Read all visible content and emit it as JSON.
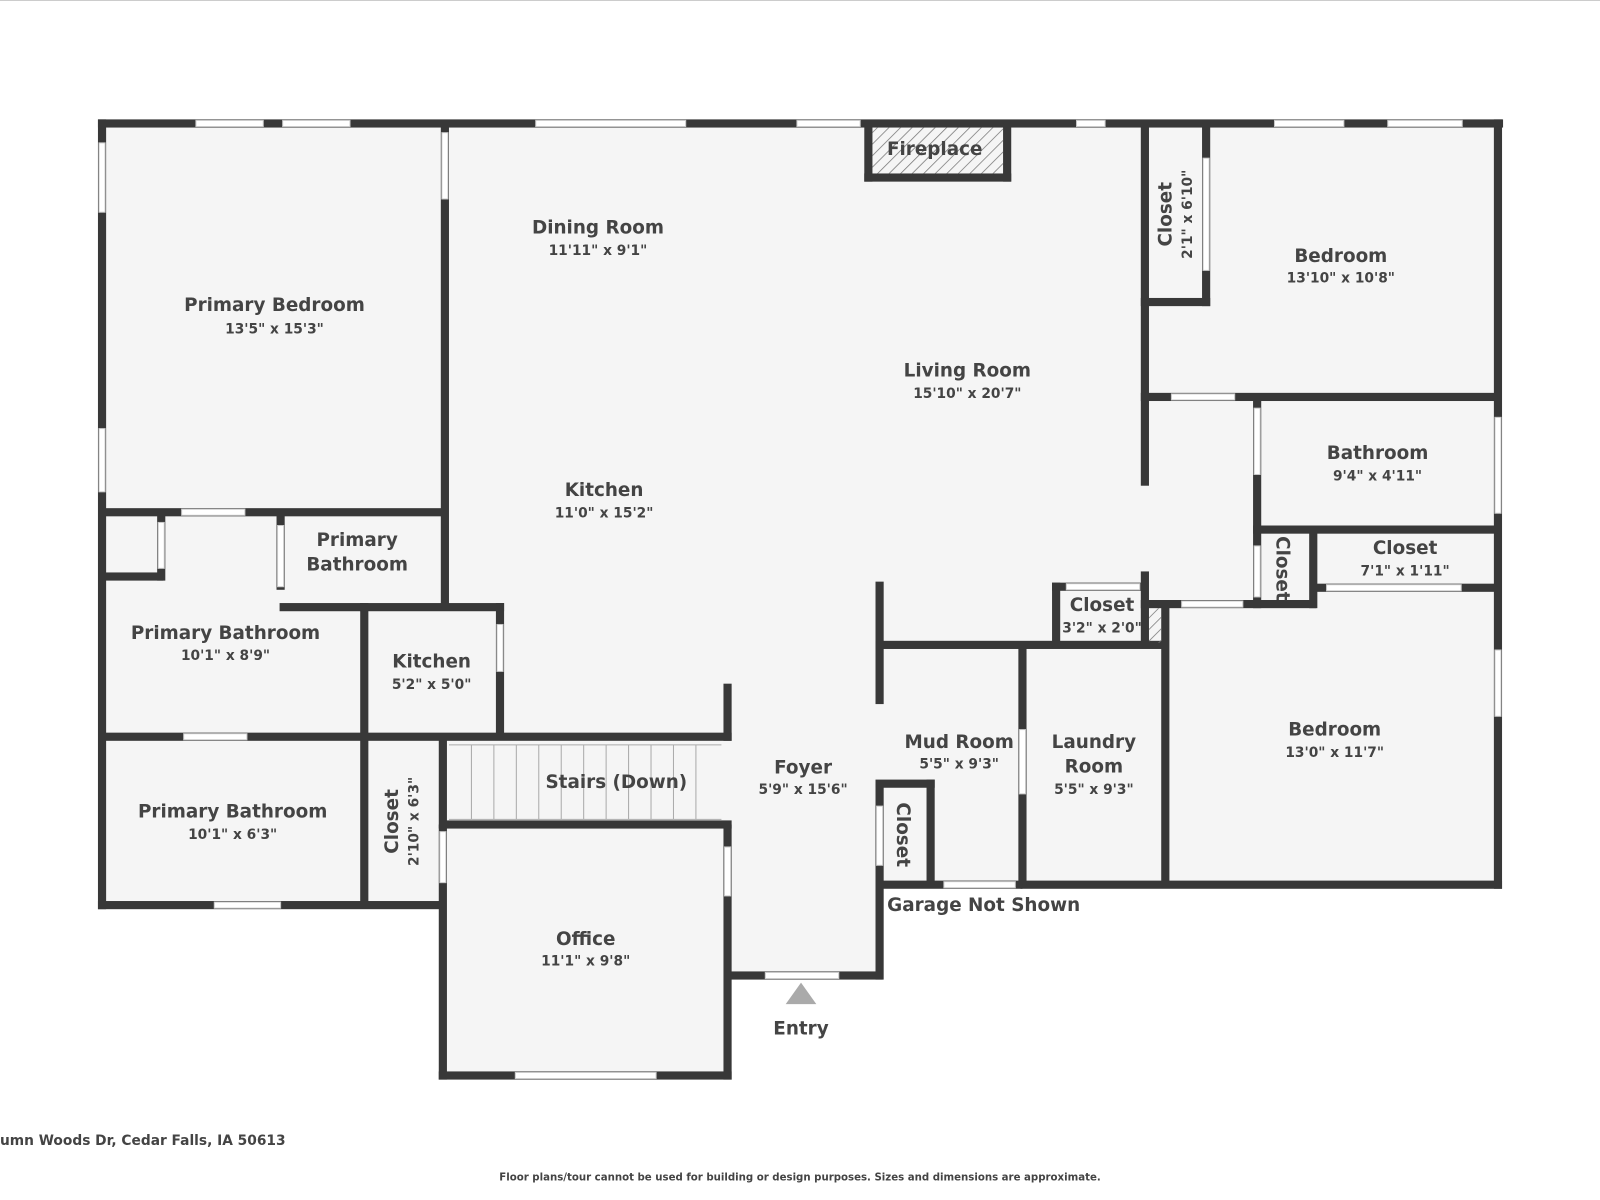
{
  "rooms": [
    {
      "name": "Primary Bedroom",
      "dims": "13'5\" x 15'3\""
    },
    {
      "name": "Dining Room",
      "dims": "11'11\" x 9'1\""
    },
    {
      "name": "Living Room",
      "dims": "15'10\" x 20'7\""
    },
    {
      "name": "Kitchen",
      "dims": "11'0\" x 15'2\""
    },
    {
      "name": "Closet",
      "dims": "2'1\" x 6'10\""
    },
    {
      "name": "Bedroom",
      "dims": "13'10\" x 10'8\""
    },
    {
      "name": "Bathroom",
      "dims": "9'4\" x 4'11\""
    },
    {
      "name": "Closet",
      "dims": "7'1\" x 1'11\""
    },
    {
      "name": "Closet",
      "dims": ""
    },
    {
      "name": "Closet",
      "dims": "3'2\" x 2'0\""
    },
    {
      "name": "Primary Bathroom",
      "dims": "10'1\" x 8'9\""
    },
    {
      "name": "Kitchen",
      "dims": "5'2\" x 5'0\""
    },
    {
      "name": "Primary Bathroom",
      "dims": "10'1\" x 6'3\""
    },
    {
      "name": "Closet",
      "dims": "2'10\" x 6'3\""
    },
    {
      "name": "Stairs (Down)",
      "dims": ""
    },
    {
      "name": "Foyer",
      "dims": "5'9\" x 15'6\""
    },
    {
      "name": "Mud Room",
      "dims": "5'5\" x 9'3\""
    },
    {
      "name": "Laundry Room",
      "dims": "5'5\" x 9'3\""
    },
    {
      "name": "Bedroom",
      "dims": "13'0\" x 11'7\""
    },
    {
      "name": "Office",
      "dims": "11'1\" x 9'8\""
    },
    {
      "name": "Closet",
      "dims": ""
    }
  ],
  "primary_bathroom_small": {
    "line1": "Primary",
    "line2": "Bathroom"
  },
  "laundry_lines": {
    "line1": "Laundry",
    "line2": "Room"
  },
  "fireplace": "Fireplace",
  "garage_note": "Garage Not Shown",
  "entry": "Entry",
  "address": "umn Woods Dr, Cedar Falls, IA 50613",
  "disclaimer": "Floor plans/tour cannot be used for building or design purposes. Sizes and dimensions are approximate.",
  "colors": {
    "wall": "#383838",
    "floor": "#f5f5f5",
    "text": "#444444"
  }
}
